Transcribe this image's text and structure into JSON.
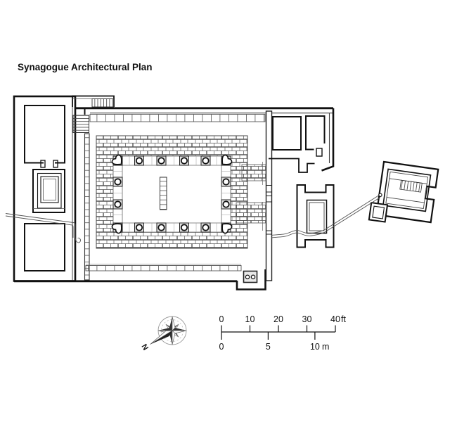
{
  "title": "Synagogue Architectural Plan",
  "compass": {
    "label": "N"
  },
  "scale_bar": {
    "feet": {
      "ticks": [
        "0",
        "10",
        "20",
        "30",
        "40"
      ],
      "unit": "ft"
    },
    "meters": {
      "ticks": [
        "0",
        "5",
        "10"
      ],
      "unit": "m"
    }
  },
  "colors": {
    "line": "#1a1a1a",
    "detail_line": "#555555",
    "column_pad": "#e0e0e0",
    "background": "#ffffff",
    "compass_gray": "#999999"
  }
}
